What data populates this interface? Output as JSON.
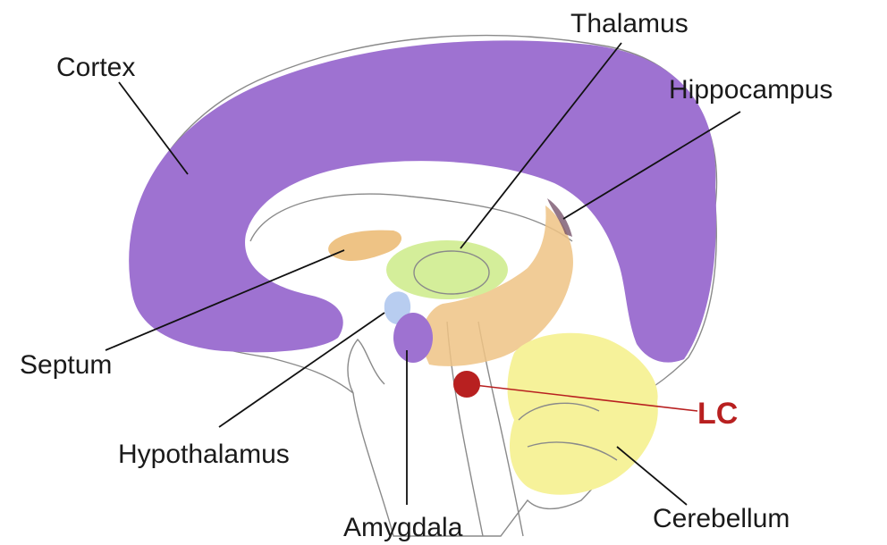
{
  "labels": {
    "cortex": "Cortex",
    "thalamus": "Thalamus",
    "hippocampus": "Hippocampus",
    "septum": "Septum",
    "hypothalamus": "Hypothalamus",
    "amygdala": "Amygdala",
    "lc": "LC",
    "cerebellum": "Cerebellum"
  },
  "colors": {
    "cortex": "#9e72d1",
    "thalamus": "#d4ee9a",
    "hippocampus": "#eec385",
    "septum": "#eec385",
    "hypothalamus": "#b8cdf0",
    "amygdala": "#9e72d1",
    "cerebellum": "#f6f29a",
    "lc": "#b82020",
    "leader": "#111111"
  }
}
